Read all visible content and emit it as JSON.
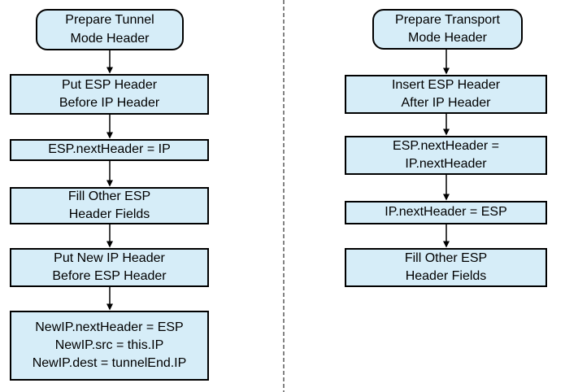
{
  "diagram": {
    "colors": {
      "node_fill": "#D6EDF8",
      "node_border": "#000000",
      "arrow": "#000000",
      "divider": "#666666"
    },
    "tunnel": {
      "title": "Prepare Tunnel\nMode Header",
      "steps": [
        "Put ESP Header\nBefore IP Header",
        "ESP.nextHeader = IP",
        "Fill Other ESP\nHeader Fields",
        "Put New IP Header\nBefore ESP Header",
        "NewIP.nextHeader = ESP\nNewIP.src = this.IP\nNewIP.dest = tunnelEnd.IP"
      ]
    },
    "transport": {
      "title": "Prepare Transport\nMode Header",
      "steps": [
        "Insert ESP Header\nAfter IP Header",
        "ESP.nextHeader =\nIP.nextHeader",
        "IP.nextHeader = ESP",
        "Fill Other ESP\nHeader Fields"
      ]
    }
  }
}
